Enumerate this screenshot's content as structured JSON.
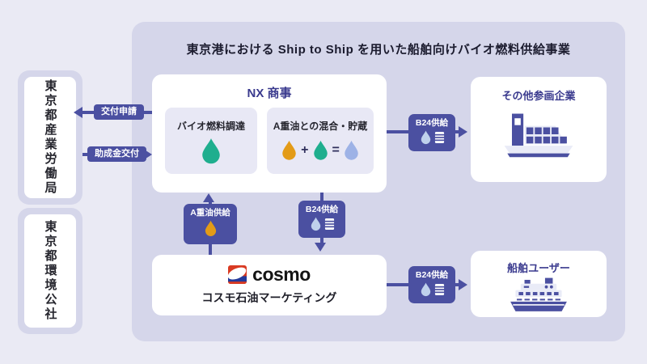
{
  "title": "東京港における Ship to Ship を用いた船舶向けバイオ燃料供給事業",
  "left_orgs": [
    {
      "name": "東京都産業労働局"
    },
    {
      "name": "東京都環境公社"
    }
  ],
  "flows": {
    "grant_application": "交付申請",
    "subsidy_grant": "助成金交付",
    "a_oil_supply": "A重油供給",
    "b24_top": "B24供給",
    "b24_mid": "B24供給",
    "b24_bottom": "B24供給"
  },
  "nx": {
    "title": "NX 商事",
    "procurement_label": "バイオ燃料調達",
    "blending_label": "A重油との混合・貯蔵",
    "plus": "+",
    "equals": "="
  },
  "cosmo": {
    "logo_text": "cosmo",
    "name": "コスモ石油マーケティング"
  },
  "other_companies": {
    "title": "その他参画企業"
  },
  "ship_users": {
    "title": "船舶ユーザー"
  },
  "colors": {
    "outer_bg": "#eaeaf4",
    "panel_bg": "#d5d6ea",
    "indigo": "#4b50a1",
    "heading_navy": "#3a3a8e",
    "bio_fuel_teal": "#1fae8e",
    "a_oil_orange": "#e39b17",
    "b24_periwinkle": "#9db2e6",
    "badge_droplet_blue": "#bfd1ec",
    "cosmo_red": "#d93a22",
    "cosmo_blue": "#23399b"
  }
}
